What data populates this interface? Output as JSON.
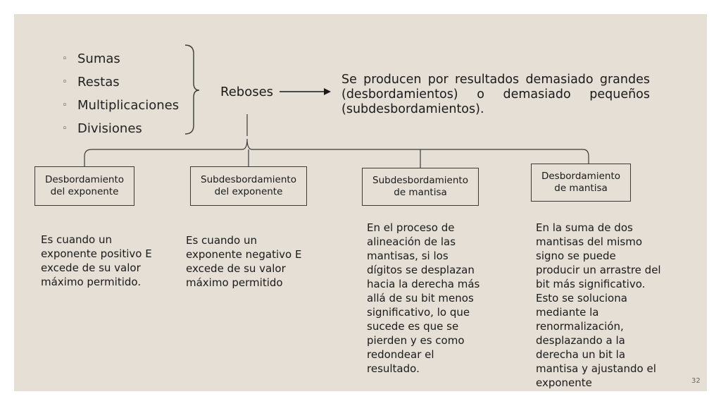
{
  "operations": [
    {
      "bullet": "◦",
      "label": "Sumas"
    },
    {
      "bullet": "◦",
      "label": "Restas"
    },
    {
      "bullet": "◦",
      "label": "Multiplicaciones"
    },
    {
      "bullet": "◦",
      "label": "Divisiones"
    }
  ],
  "center_label": "Reboses",
  "description": "Se producen por resultados demasiado grandes (desbordamientos) o demasiado pequeños (subdesbordamientos).",
  "categories": [
    {
      "title": "Desbordamiento del exponente",
      "text": "Es cuando un exponente positivo E excede de su valor máximo permitido."
    },
    {
      "title": "Subdesbordamiento del exponente",
      "text": "Es cuando un exponente negativo E excede de su valor máximo permitido"
    },
    {
      "title": "Subdesbordamiento de mantisa",
      "text": "En el proceso de alineación de las mantisas, si los dígitos se desplazan hacia la derecha más allá de su bit menos significativo, lo que sucede es que se pierden y es como redondear el resultado."
    },
    {
      "title": "Desbordamiento de mantisa",
      "text": "En la suma de dos mantisas del mismo signo se puede producir un arrastre del bit más significativo. Esto se soluciona mediante la renormalización, desplazando a la derecha un bit la mantisa y ajustando el exponente"
    }
  ],
  "page_number": "32",
  "colors": {
    "background": "#e5dfd6",
    "line": "#3a3a3a"
  }
}
